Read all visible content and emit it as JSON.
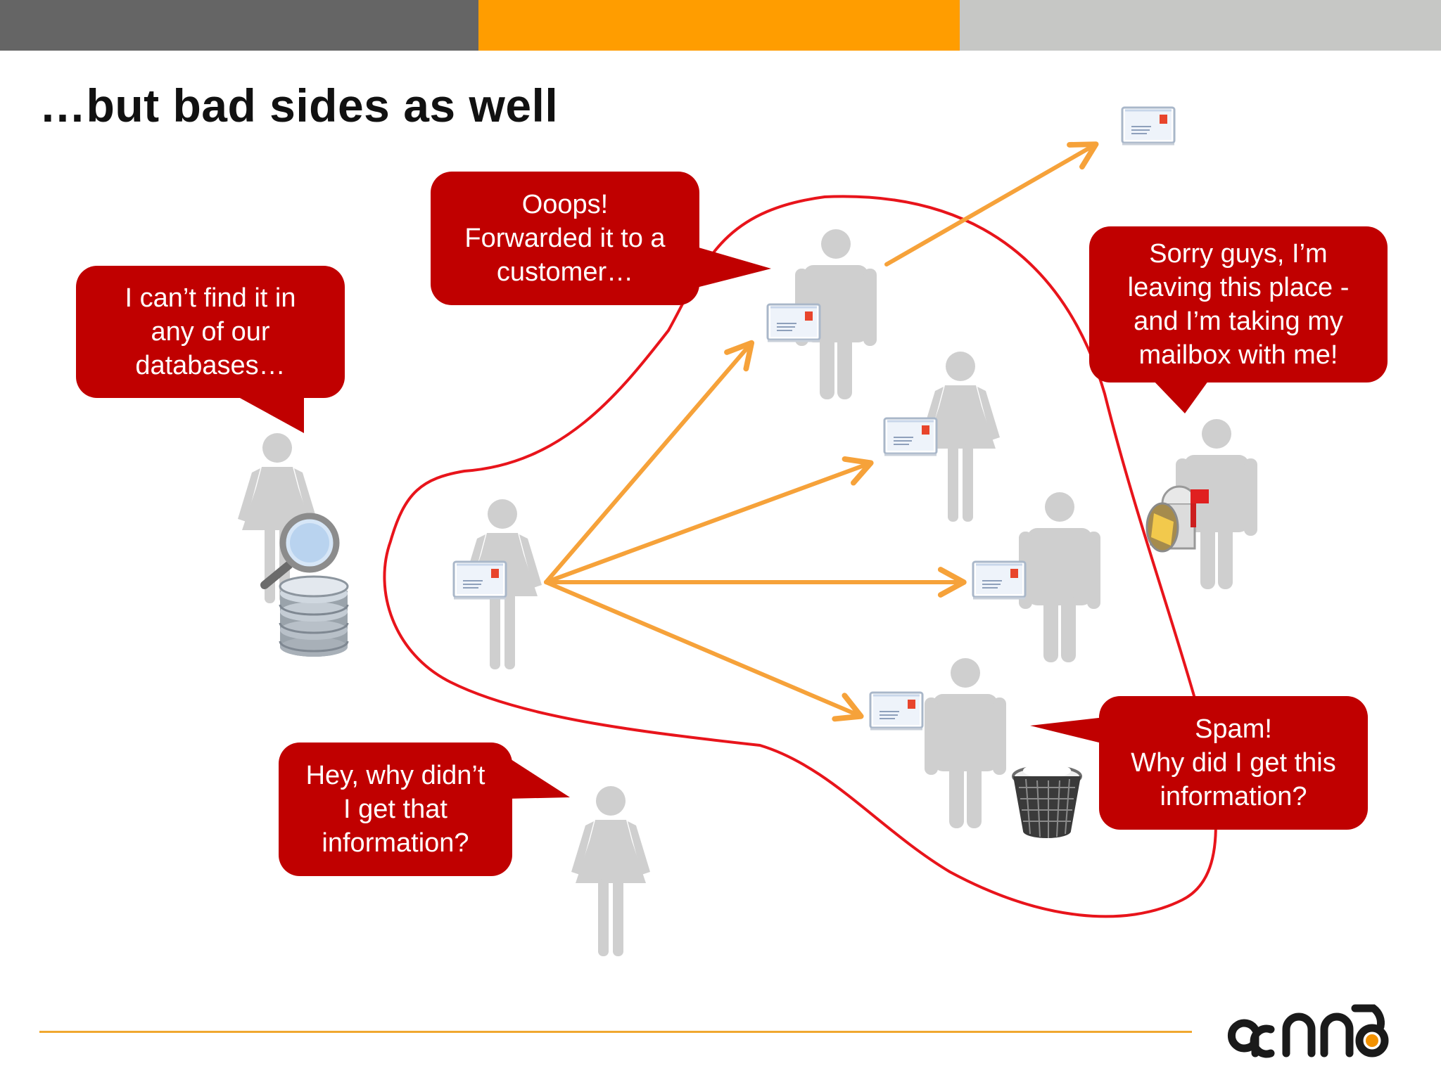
{
  "slide": {
    "title": "…but bad sides as well",
    "colors": {
      "bar_dark": "#656565",
      "bar_accent": "#ff9d00",
      "bar_light": "#c6c7c5",
      "bubble": "#c00000",
      "arrow": "#f6a23a",
      "boundary": "#e8141b",
      "person": "#cfcfcf",
      "footer_line": "#f0a830"
    }
  },
  "bubbles": {
    "databases": "I can’t find it in\nany of our\ndatabases…",
    "forwarded": "Ooops!\nForwarded it to a\ncustomer…",
    "leaving": "Sorry guys, I’m\nleaving this place -\nand I’m taking my\nmailbox with me!",
    "missing": "Hey, why didn’t\nI get that\ninformation?",
    "spam": "Spam!\nWhy did I get this\ninformation?"
  },
  "icons": {
    "envelope": "envelope-icon",
    "magnifier": "magnifier-icon",
    "database": "database-icon",
    "mailbox": "mailbox-icon",
    "trash": "trash-bin-icon",
    "logo": "asando-logo"
  }
}
